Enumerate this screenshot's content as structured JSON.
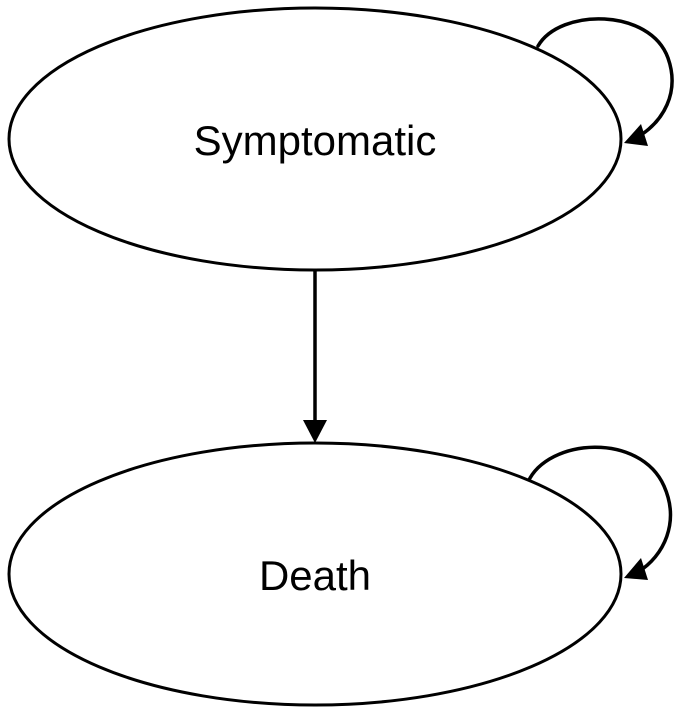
{
  "diagram": {
    "type": "state-transition",
    "states": [
      {
        "id": "symptomatic",
        "label": "Symptomatic"
      },
      {
        "id": "death",
        "label": "Death"
      }
    ],
    "transitions": [
      {
        "from": "symptomatic",
        "to": "symptomatic"
      },
      {
        "from": "symptomatic",
        "to": "death"
      },
      {
        "from": "death",
        "to": "death"
      }
    ],
    "colors": {
      "stroke": "#000000",
      "fill": "#ffffff",
      "background": "#ffffff"
    }
  }
}
